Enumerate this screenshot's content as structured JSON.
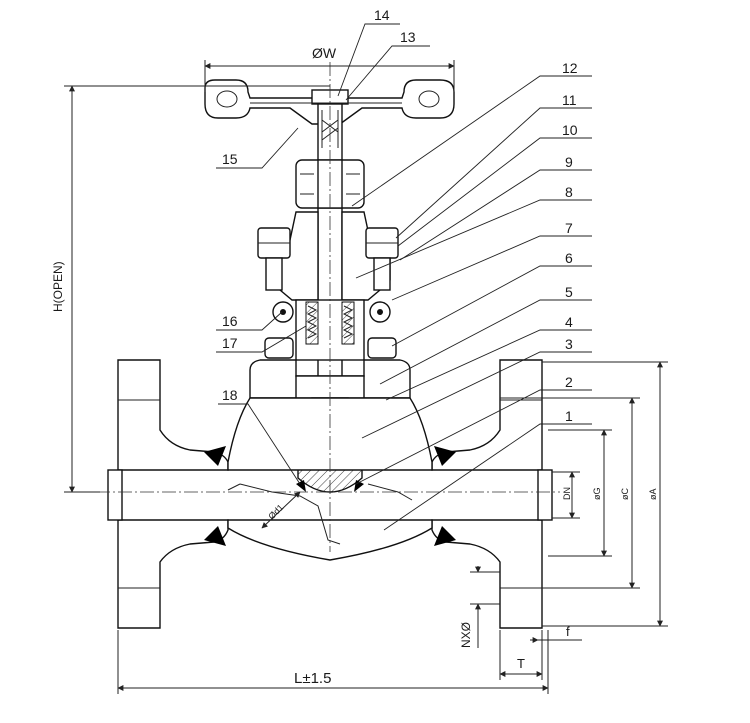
{
  "dimensions": {
    "handwheel_diameter": "ØW",
    "height_open": "H(OPEN)",
    "length": "L±1.5",
    "nominal_diameter": "DN",
    "diameter_g": "øG",
    "diameter_c": "øC",
    "diameter_a": "øA",
    "bolt_holes": "NXØ",
    "raised_face": "f",
    "flange_thickness": "T",
    "seat_diameter": "Ød1"
  },
  "part_numbers": [
    "1",
    "2",
    "3",
    "4",
    "5",
    "6",
    "7",
    "8",
    "9",
    "10",
    "11",
    "12",
    "13",
    "14",
    "15",
    "16",
    "17",
    "18"
  ],
  "colors": {
    "line": "#111111",
    "seal": "#000000",
    "background": "#ffffff"
  }
}
